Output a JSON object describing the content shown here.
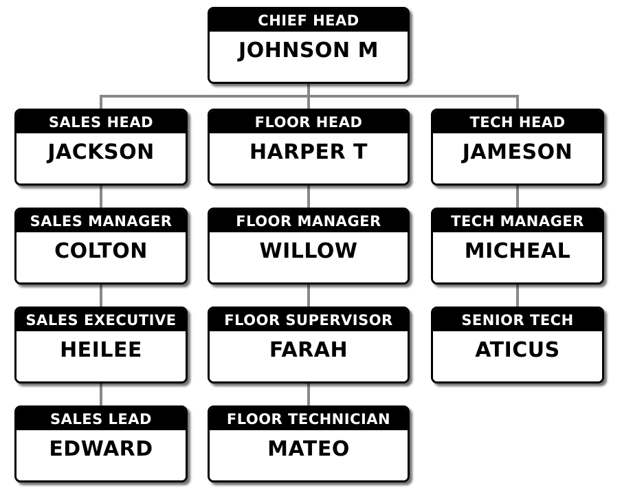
{
  "colors": {
    "background": "#ffffff",
    "box_border": "#000000",
    "header_background": "#000000",
    "header_text": "#ffffff",
    "body_background": "#ffffff",
    "body_text": "#000000",
    "connector": "#888888"
  },
  "org": {
    "root": {
      "title": "CHIEF HEAD",
      "name": "JOHNSON M"
    },
    "columns": [
      {
        "id": "sales",
        "nodes": [
          {
            "title": "SALES HEAD",
            "name": "JACKSON"
          },
          {
            "title": "SALES MANAGER",
            "name": "COLTON"
          },
          {
            "title": "SALES EXECUTIVE",
            "name": "HEILEE"
          },
          {
            "title": "SALES LEAD",
            "name": "EDWARD"
          }
        ]
      },
      {
        "id": "floor",
        "nodes": [
          {
            "title": "FLOOR HEAD",
            "name": "HARPER T"
          },
          {
            "title": "FLOOR MANAGER",
            "name": "WILLOW"
          },
          {
            "title": "FLOOR SUPERVISOR",
            "name": "FARAH"
          },
          {
            "title": "FLOOR TECHNICIAN",
            "name": "MATEO"
          }
        ]
      },
      {
        "id": "tech",
        "nodes": [
          {
            "title": "TECH HEAD",
            "name": "JAMESON"
          },
          {
            "title": "TECH MANAGER",
            "name": "MICHEAL"
          },
          {
            "title": "SENIOR TECH",
            "name": "ATICUS"
          }
        ]
      }
    ]
  }
}
